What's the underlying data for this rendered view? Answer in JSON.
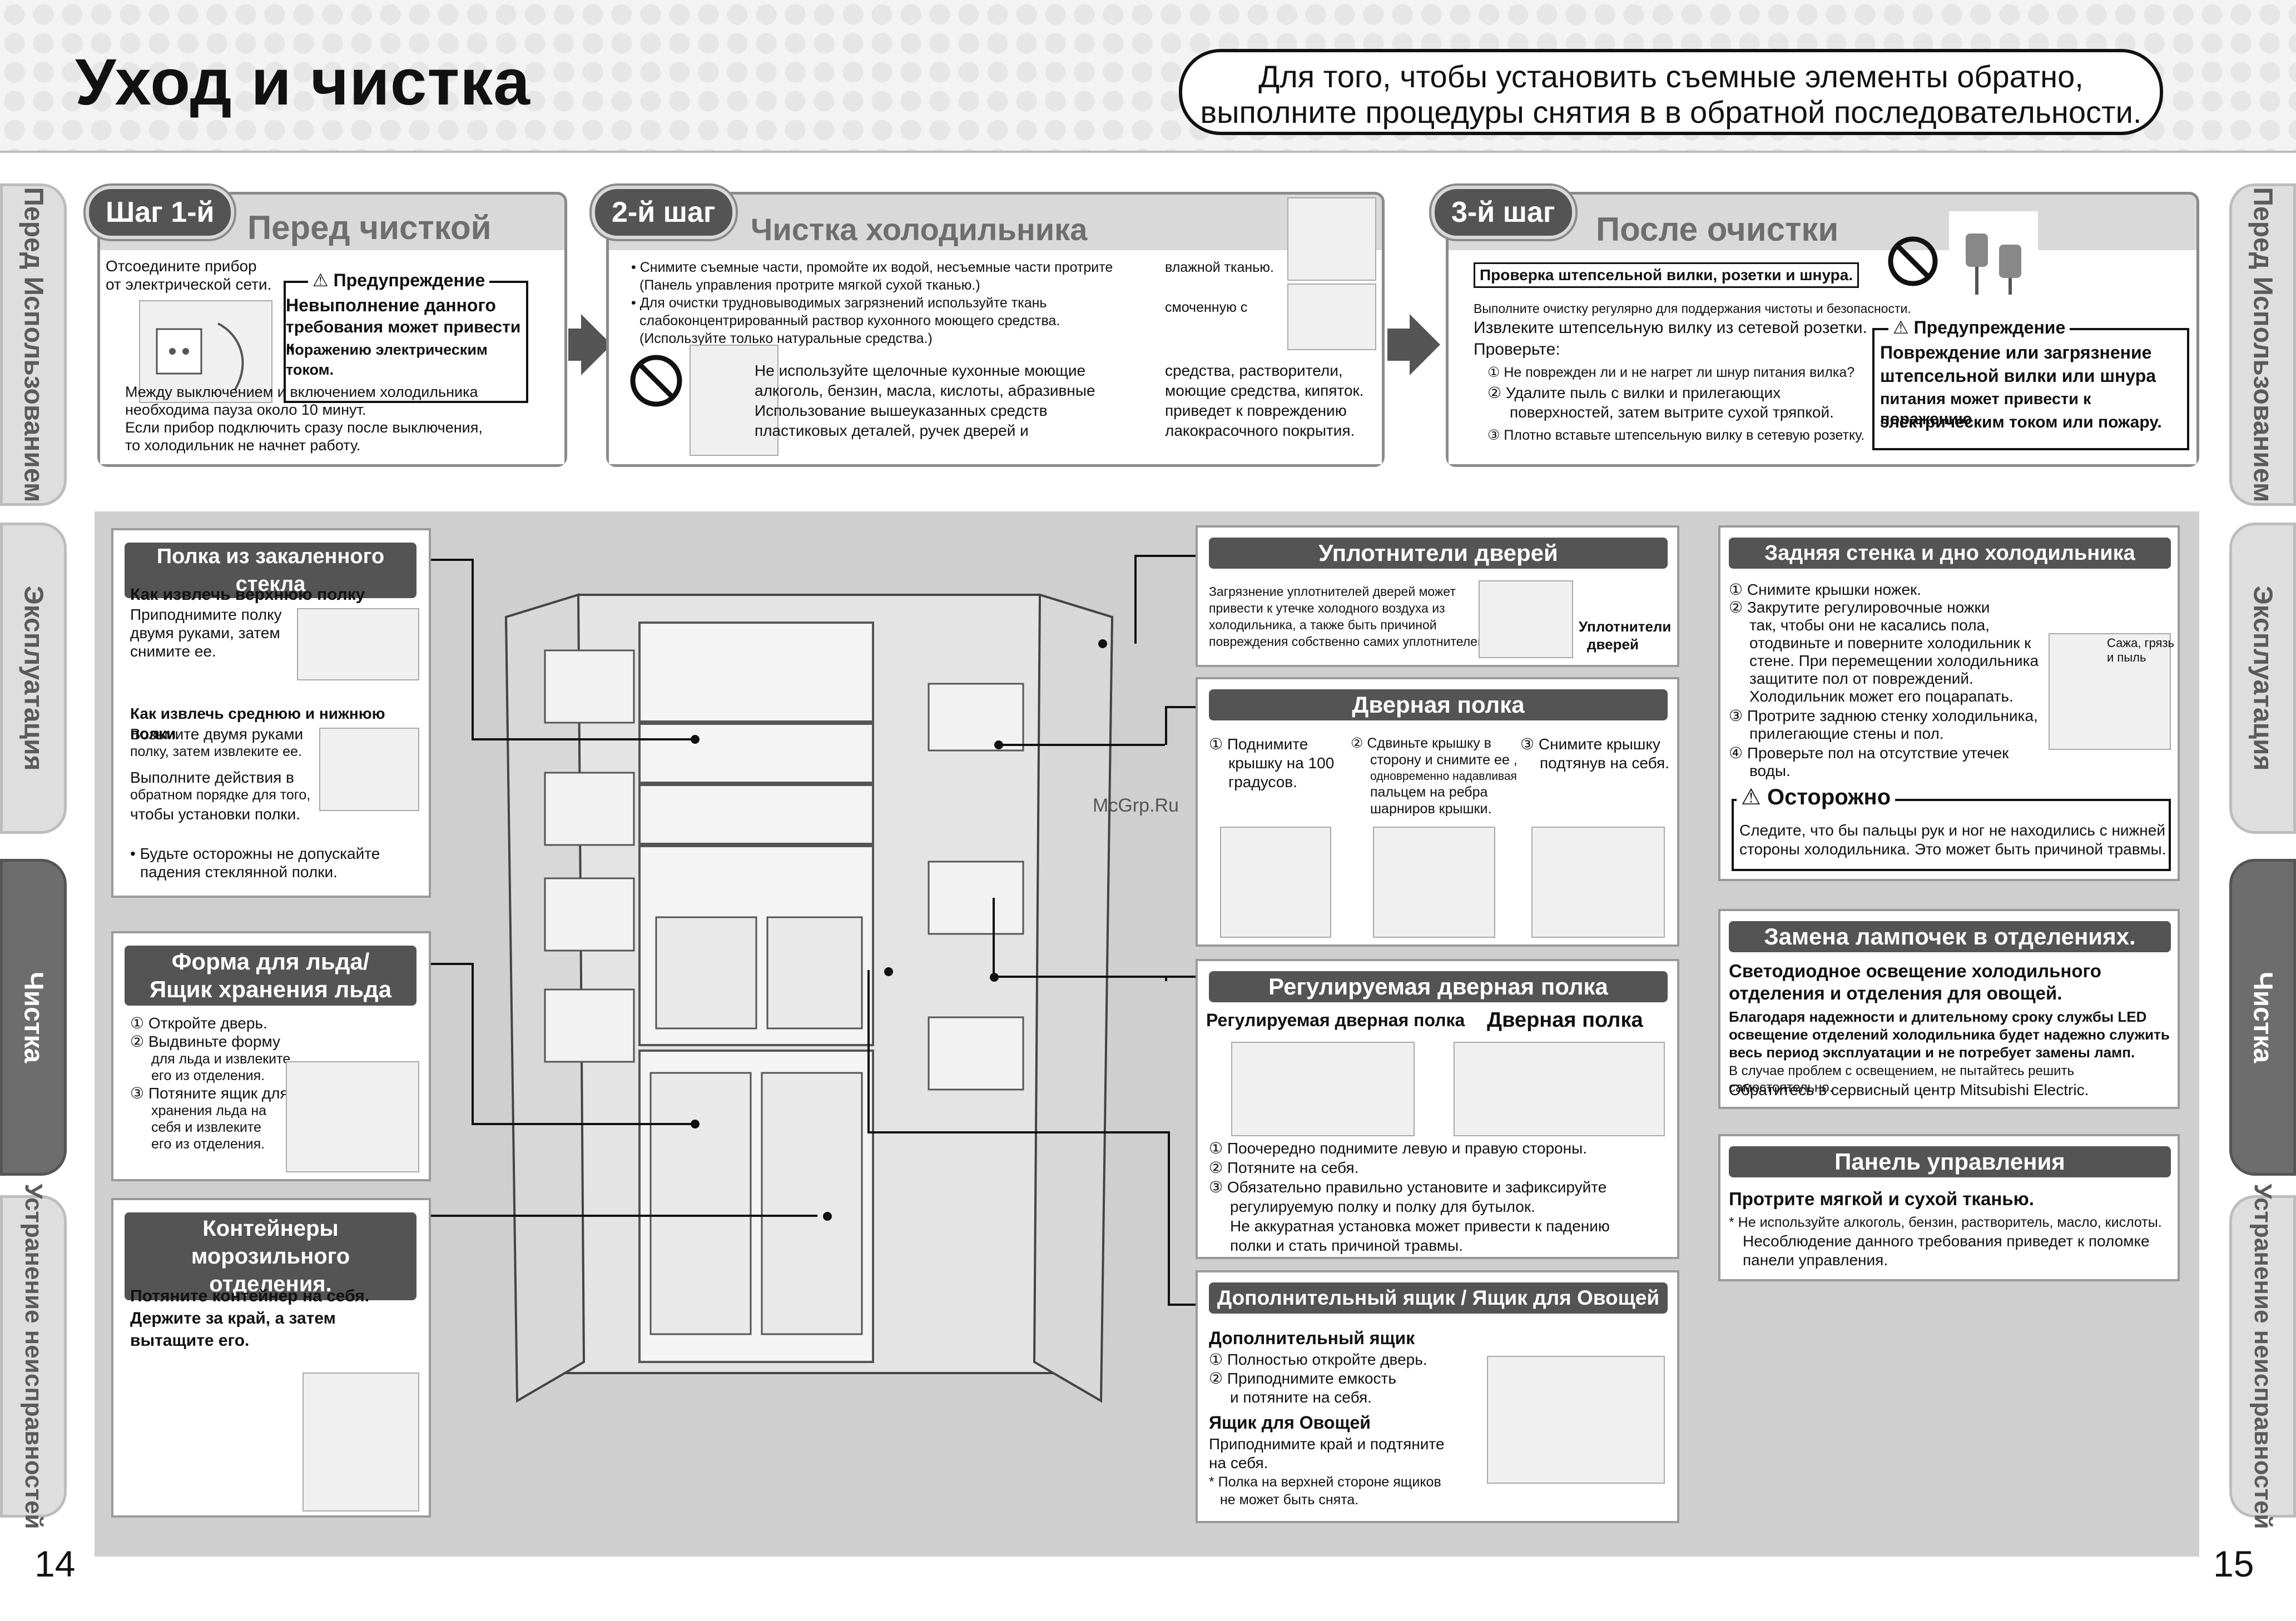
{
  "header": {
    "title": "Уход и чистка",
    "note_line1": "Для того, чтобы установить съемные элементы обратно,",
    "note_line2": "выполните процедуры снятия в в обратной последовательности."
  },
  "side_tabs": {
    "left": [
      "Перед Использованием",
      "Эксплуатация",
      "Чистка",
      "Устранение неисправностей"
    ],
    "right": [
      "Перед Использованием",
      "Эксплуатация",
      "Чистка",
      "Устранение неисправностей"
    ]
  },
  "step1": {
    "badge": "Шаг 1-й",
    "title": "Перед чисткой",
    "text1": "Отсоедините прибор",
    "text2": "от электрической сети.",
    "warning_title": "Предупреждение",
    "warning_lines": [
      "Невыполнение данного",
      "требования может привести к",
      "поражению электрическим током."
    ],
    "footer_lines": [
      "Между выключением и включением холодильника",
      "необходима пауза около 10 минут.",
      "Если прибор подключить сразу после выключения,",
      "то холодильник не начнет работу."
    ]
  },
  "step2": {
    "badge": "2-й шаг",
    "title": "Чистка холодильника",
    "lines": [
      "Снимите съемные части, промойте их водой, несъемные части протрите",
      "(Панель управления протрите мягкой сухой тканью.)",
      "Для очистки трудновыводимых загрязнений используйте ткань",
      "слабоконцентрированный раствор кухонного моющего средства.",
      "(Используйте только натуральные средства.)"
    ],
    "right1": "влажной тканью.",
    "right2": "смоченную с",
    "bottom_left": [
      "Не используйте щелочные кухонные моющие",
      "алкоголь, бензин, масла, кислоты, абразивные",
      "Использование вышеуказанных средств",
      "пластиковых деталей, ручек дверей и"
    ],
    "bottom_right": [
      "средства, растворители,",
      "моющие средства, кипяток.",
      "приведет к повреждению",
      "лакокрасочного покрытия."
    ]
  },
  "step3": {
    "badge": "3-й шаг",
    "title": "После очистки",
    "check_title": "Проверка штепсельной вилки, розетки и шнура.",
    "lines": [
      "Выполните очистку регулярно для поддержания чистоты и безопасности.",
      "Извлеките штепсельную вилку из сетевой розетки.",
      "Проверьте:"
    ],
    "items": [
      "Не поврежден ли и не нагрет ли шнур питания вилка?",
      "Удалите пыль с вилки и прилегающих",
      "поверхностей, затем вытрите сухой тряпкой.",
      "Плотно вставьте штепсельную вилку в сетевую розетку."
    ],
    "warning_title": "Предупреждение",
    "warning_lines": [
      "Повреждение или загрязнение",
      "штепсельной вилки или шнура",
      "питания может привести к поражению",
      "электрическим током или пожару."
    ]
  },
  "glass_shelf": {
    "header": "Полка из закаленного стекла",
    "sub1": "Как извлечь верхнюю полку",
    "text1": [
      "Приподнимите полку",
      "двумя руками, затем",
      "снимите ее."
    ],
    "sub2": "Как извлечь среднюю и нижнюю полки",
    "text2": [
      "Возьмите двумя руками",
      "полку, затем извлеките ее.",
      "Выполните действия в",
      "обратном порядке для того,",
      "чтобы установки полки."
    ],
    "note": [
      "• Будьте осторожны не допускайте",
      "падения стеклянной полки."
    ]
  },
  "ice": {
    "header1": "Форма для льда/",
    "header2": "Ящик хранения льда",
    "items": [
      "① Откройте дверь.",
      "② Выдвиньте форму",
      "для льда и извлеките",
      "его из отделения.",
      "③ Потяните ящик для",
      "хранения льда на",
      "себя и извлеките",
      "его из отделения."
    ]
  },
  "freezer": {
    "header1": "Контейнеры морозильного",
    "header2": "отделения.",
    "lines": [
      "Потяните контейнер на себя.",
      "Держите за край, а затем",
      "вытащите его."
    ]
  },
  "seals": {
    "header": "Уплотнители дверей",
    "lines": [
      "Загрязнение уплотнителей дверей может",
      "привести к утечке холодного воздуха из",
      "холодильника, а также быть причиной",
      "повреждения собственно самих уплотнителей."
    ],
    "label1": "Уплотнители",
    "label2": "дверей"
  },
  "door_shelf": {
    "header": "Дверная полка",
    "col1": [
      "① Поднимите",
      "крышку на 100",
      "градусов."
    ],
    "col2": [
      "② Сдвиньте крышку в",
      "сторону и снимите ее ,",
      "одновременно надавливая",
      "пальцем на ребра",
      "шарниров крышки."
    ],
    "col3": [
      "③ Снимите крышку",
      "подтянув на себя."
    ]
  },
  "adj_shelf": {
    "header": "Регулируемая дверная полка",
    "sub_left": "Регулируемая дверная полка",
    "sub_right": "Дверная полка",
    "items": [
      "① Поочередно поднимите левую и правую стороны.",
      "② Потяните на себя.",
      "③ Обязательно правильно установите и зафиксируйте",
      "регулируемую полку и полку для бутылок.",
      "Не аккуратная установка может привести к падению",
      "полки и стать причиной травмы."
    ]
  },
  "drawer": {
    "header": "Дополнительный ящик / Ящик для Овощей",
    "sub1": "Дополнительный ящик",
    "items1": [
      "① Полностью откройте дверь.",
      "② Приподнимите емкость",
      "и потяните на себя."
    ],
    "sub2": "Ящик для Овощей",
    "items2": [
      "Приподнимите край и подтяните",
      "на себя.",
      "* Полка на верхней стороне ящиков",
      "не может быть снята."
    ]
  },
  "back_wall": {
    "header": "Задняя стенка и дно холодильника",
    "items": [
      "① Снимите крышки ножек.",
      "② Закрутите регулировочные ножки",
      "так, чтобы они не касались пола,",
      "отодвиньте и поверните холодильник к",
      "стене. При перемещении холодильника",
      "защитите пол от повреждений.",
      "Холодильник может его поцарапать.",
      "③ Протрите заднюю стенку холодильника,",
      "прилегающие стены и пол.",
      "④ Проверьте пол на отсутствие утечек",
      "воды."
    ],
    "label": [
      "Сажа, грязь",
      "и пыль"
    ],
    "caution_title": "Осторожно",
    "caution_lines": [
      "Следите, что бы пальцы рук и ног не находились с нижней",
      "стороны холодильника. Это может быть причиной травмы."
    ]
  },
  "lamps": {
    "header": "Замена лампочек в отделениях.",
    "bold_lines": [
      "Светодиодное освещение холодильного",
      "отделения и отделения для овощей."
    ],
    "lines": [
      "Благодаря надежности и длительному сроку службы LED",
      "освещение отделений холодильника будет надежно служить",
      "весь период эксплуатации и не потребует замены ламп."
    ],
    "small_lines": [
      "В случае проблем с освещением, не пытайтесь решить самостоятельно.",
      "Обратитесь в сервисный центр Mitsubishi Electric."
    ]
  },
  "control": {
    "header": "Панель управления",
    "bold": "Протрите мягкой и сухой тканью.",
    "lines": [
      "* Не используйте алкоголь, бензин, растворитель, масло, кислоты.",
      "Несоблюдение данного требования приведет к поломке",
      "панели управления."
    ]
  },
  "watermark": "McGrp.Ru",
  "page_left": "14",
  "page_right": "15"
}
